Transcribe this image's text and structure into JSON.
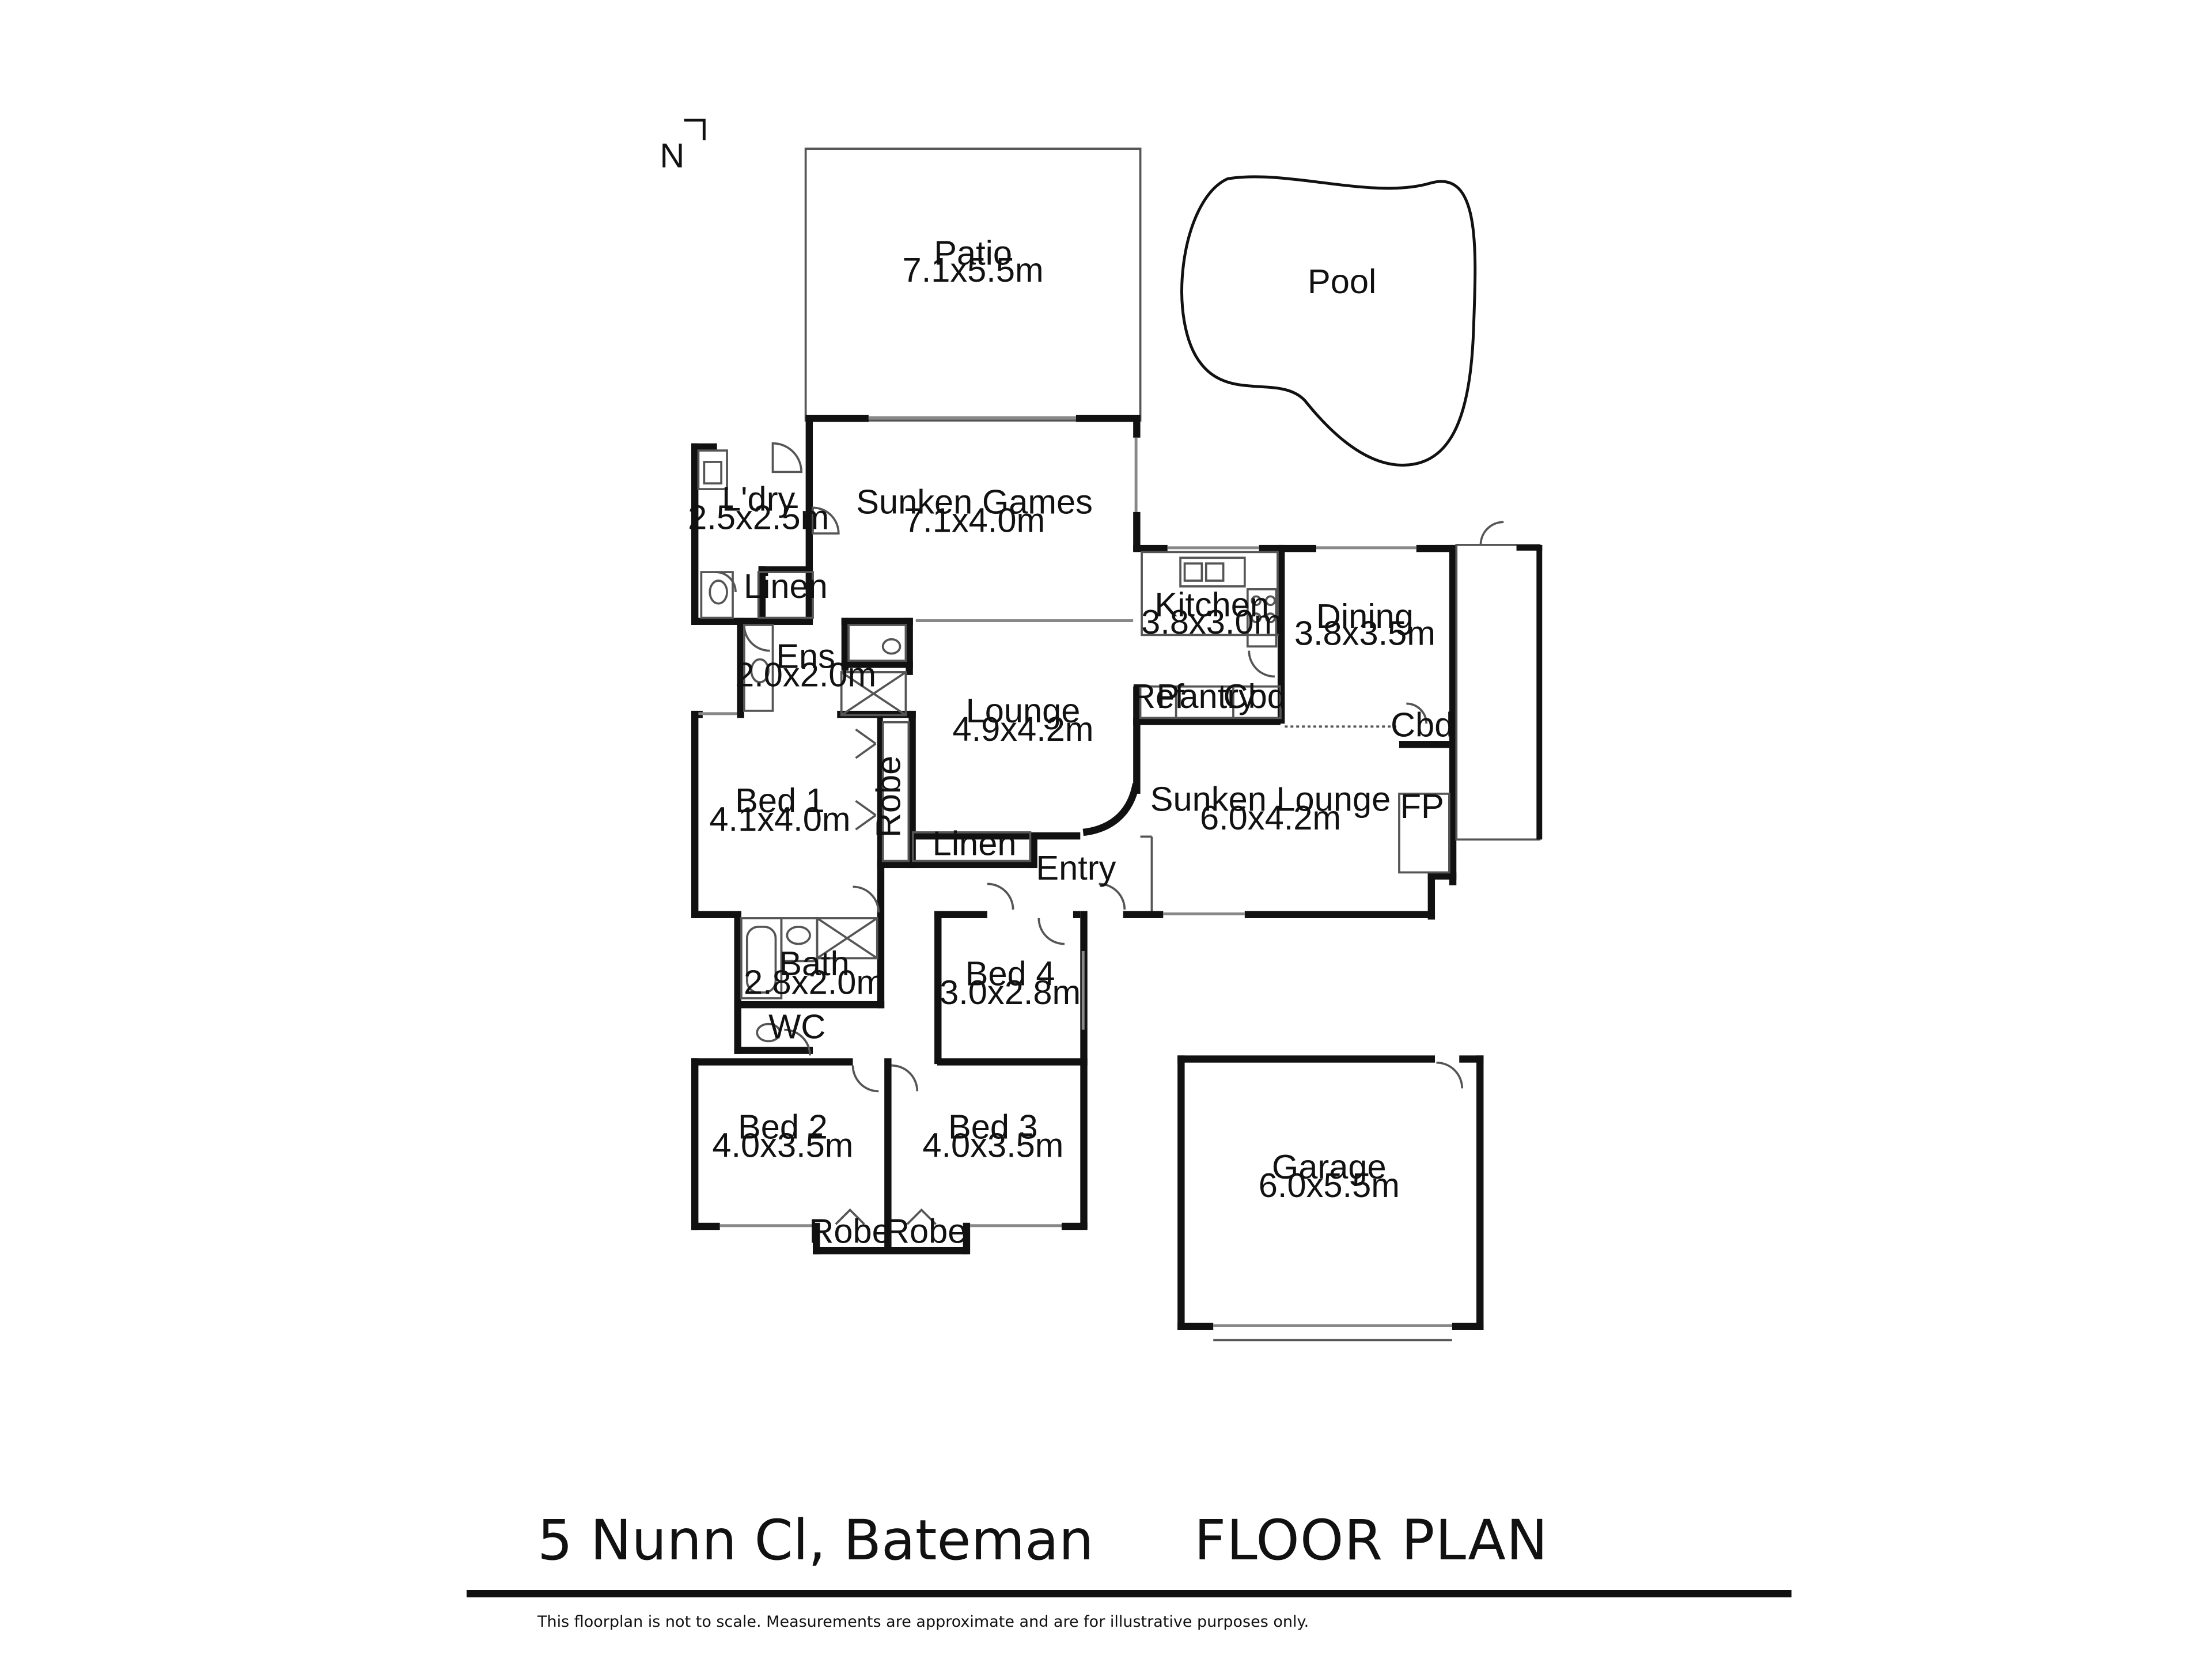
{
  "north_label": "N",
  "rooms": {
    "patio": {
      "name": "Patio",
      "dim": "7.1x5.5m"
    },
    "pool": {
      "name": "Pool"
    },
    "laundry": {
      "name": "L'dry",
      "dim": "2.5x2.5m"
    },
    "linen_laundry": {
      "name": "Linen"
    },
    "sunken_games": {
      "name": "Sunken Games",
      "dim": "7.1x4.0m"
    },
    "kitchen": {
      "name": "Kitchen",
      "dim": "3.8x3.0m"
    },
    "dining": {
      "name": "Dining",
      "dim": "3.8x3.5m"
    },
    "ensuite": {
      "name": "Ens",
      "dim": "2.0x2.0m"
    },
    "lounge": {
      "name": "Lounge",
      "dim": "4.9x4.2m"
    },
    "ref": {
      "name": "Ref"
    },
    "pantry": {
      "name": "Pantry"
    },
    "cbd_kitchen": {
      "name": "Cbd"
    },
    "cbd_dining": {
      "name": "Cbd"
    },
    "bed1": {
      "name": "Bed 1",
      "dim": "4.1x4.0m"
    },
    "robe_bed1": {
      "name": "Robe"
    },
    "sunken_lounge": {
      "name": "Sunken Lounge",
      "dim": "6.0x4.2m"
    },
    "fireplace": {
      "name": "FP"
    },
    "linen_hall": {
      "name": "Linen"
    },
    "entry": {
      "name": "Entry"
    },
    "bath": {
      "name": "Bath",
      "dim": "2.8x2.0m"
    },
    "wc": {
      "name": "WC"
    },
    "bed4": {
      "name": "Bed 4",
      "dim": "3.0x2.8m"
    },
    "bed2": {
      "name": "Bed 2",
      "dim": "4.0x3.5m"
    },
    "bed3": {
      "name": "Bed 3",
      "dim": "4.0x3.5m"
    },
    "robe_bed2": {
      "name": "Robe"
    },
    "robe_bed3": {
      "name": "Robe"
    },
    "garage": {
      "name": "Garage",
      "dim": "6.0x5.5m"
    }
  },
  "footer": {
    "address": "5 Nunn Cl, Bateman",
    "title": "FLOOR PLAN",
    "disclaimer": "This floorplan is not to scale. Measurements are approximate and are for illustrative purposes only."
  }
}
